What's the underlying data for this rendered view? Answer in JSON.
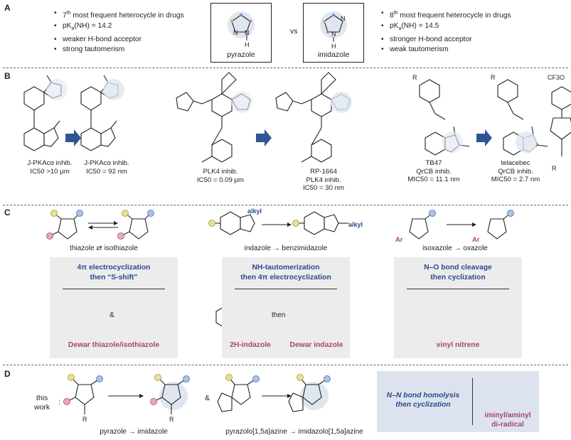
{
  "panels": {
    "a": "A",
    "b": "B",
    "c": "C",
    "d": "D"
  },
  "panel_a": {
    "left_bullets": [
      {
        "pre": "7",
        "sup": "th",
        "post": " most frequent heterocycle in drugs"
      },
      {
        "pre": "pK",
        "sub": "a",
        "post": "(NH) = 14.2"
      },
      {
        "pre": "weaker H-bond acceptor"
      },
      {
        "pre": "strong tautomerism"
      }
    ],
    "right_bullets": [
      {
        "pre": "8",
        "sup": "th",
        "post": " most frequent heterocycle in drugs"
      },
      {
        "pre": "pK",
        "sub": "a",
        "post": "(NH) = 14.5"
      },
      {
        "pre": "stronger H-bond acceptor"
      },
      {
        "pre": "weak tautomerism"
      }
    ],
    "pyrazole_label": "pyrazole",
    "imidazole_label": "imidazole",
    "vs": "vs"
  },
  "panel_b": {
    "compounds": [
      {
        "name": "J-PKAcα inhib.",
        "value": "IC50 >10 μm"
      },
      {
        "name": "J-PKAcα inhib.",
        "value": "IC50 = 92 nm"
      },
      {
        "name": "PLK4 inhib.",
        "value": "IC50 = 0.09 μm"
      },
      {
        "name": "RP-1664",
        "sub": "PLK4 inhib.",
        "value": "IC50 = 30 nm"
      },
      {
        "name": "TB47",
        "sub": "QrCB inhib.",
        "value": "MIC50 = 11.1 nm"
      },
      {
        "name": "telacebec",
        "sub": "QrCB inhib.",
        "value": "MIC50 = 2.7 nm"
      }
    ],
    "substituent_R": "R",
    "cf3o": "CF3O"
  },
  "panel_c": {
    "columns": [
      {
        "transform": "thiazole ⇄ isothiazole",
        "box_title_1": "4π electrocyclization",
        "box_title_2": "then “S-shift”",
        "amp": "&",
        "intermediate": "Dewar thiazole/isothiazole"
      },
      {
        "transform": "indazole → benzimidazole",
        "box_title_1": "NH-tautomerization",
        "box_title_2": "then 4π electrocyclization",
        "then": "then",
        "intermediate_1": "2H-indazole",
        "intermediate_2": "Dewar indazole",
        "alkyl": "alkyl"
      },
      {
        "transform": "isoxazole → oxazole",
        "box_title_1": "N–O bond cleavage",
        "box_title_2": "then cyclization",
        "intermediate": "vinyl nitrene",
        "ar": "Ar"
      }
    ]
  },
  "panel_d": {
    "this_work": "this",
    "this_work_2": "work",
    "colon": ":",
    "amp": "&",
    "transform_1": "pyrazole → imidazole",
    "transform_2": "pyrazolo[1,5a]azine → imidazolo[1,5a]azine",
    "box_title_1": "N–N bond homolysis",
    "box_title_2": "then cyclization",
    "diradical_1": "iminyl/aminyl",
    "diradical_2": "di-radical",
    "r": "R"
  },
  "colors": {
    "accent_blue": "#2a4a8c",
    "accent_pink": "#a8456a",
    "highlight": "#dfe6f0",
    "dot_yellow": "#c8b43a",
    "dot_blue": "#6a93c8",
    "dot_pink": "#c86a8c"
  }
}
